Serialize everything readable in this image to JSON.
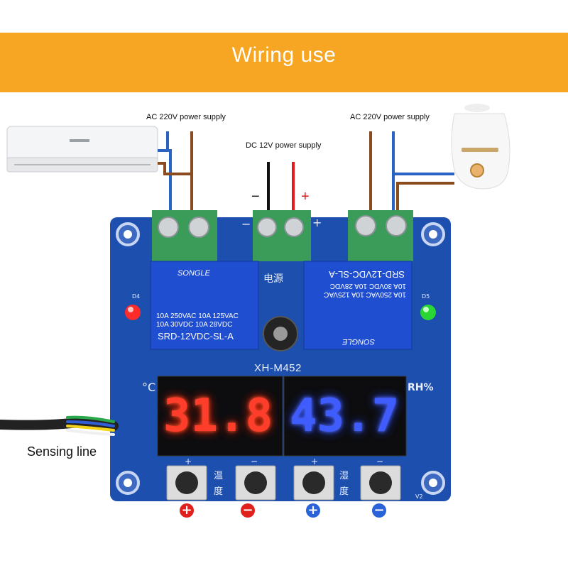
{
  "banner": {
    "title": "Wiring use",
    "color": "#f6a623"
  },
  "labels": {
    "ac_left": "AC 220V power supply",
    "ac_right": "AC 220V power supply",
    "dc": "DC 12V power supply",
    "minus": "−",
    "plus": "+",
    "sensing": "Sensing line"
  },
  "board": {
    "model": "XH-M452",
    "power_label": "电源",
    "led_left": "D4",
    "led_right": "D5",
    "celsius": "°C",
    "rh": "RH%",
    "temp_chars": "温\n度",
    "hum_chars": "湿\n度",
    "version": "V2",
    "terminal_minus": "−",
    "terminal_plus": "+",
    "button_plus": "+",
    "button_minus": "−",
    "relay_left_lines": [
      "SONGLE",
      "10A 250VAC  10A 125VAC",
      "10A 30VDC  10A 28VDC",
      "SRD-12VDC-SL-A"
    ],
    "relay_right_lines": [
      "SRD-12VDC-SL-A",
      "10A 250VAC  10A 125VAC",
      "10A 30VDC  10A 28VDC",
      "SONGLE"
    ]
  },
  "display": {
    "temperature": "31.8",
    "humidity": "43.7",
    "temp_color": "#ff3d2a",
    "hum_color": "#3f5cff"
  },
  "icons": {
    "signs": [
      {
        "symbol": "+",
        "color": "#e0201c"
      },
      {
        "symbol": "−",
        "color": "#e0201c"
      },
      {
        "symbol": "+",
        "color": "#2a63d8"
      },
      {
        "symbol": "−",
        "color": "#2a63d8"
      }
    ]
  }
}
